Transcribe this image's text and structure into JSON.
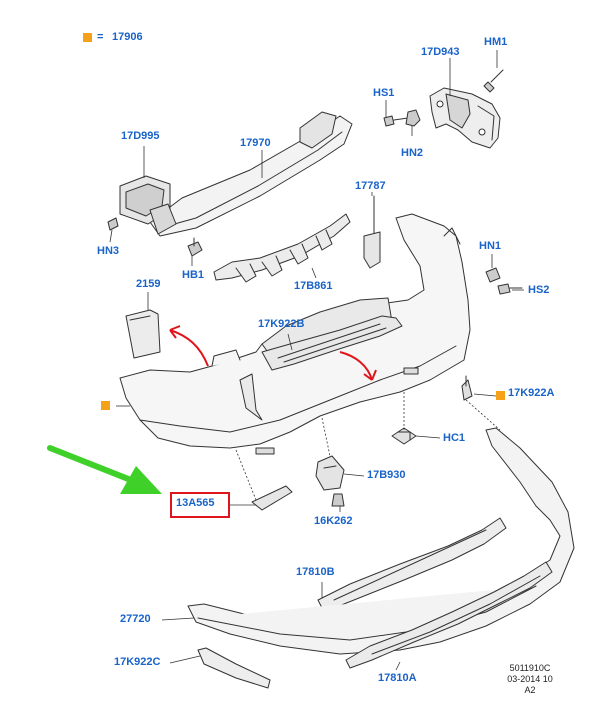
{
  "legend": {
    "marker_color": "#f5a21a",
    "equals": "=",
    "code": "17906"
  },
  "labels": {
    "l17d943": "17D943",
    "lhm1": "HM1",
    "lhs1": "HS1",
    "lhn2": "HN2",
    "l17d995": "17D995",
    "l17970": "17970",
    "l17787": "17787",
    "lhn3": "HN3",
    "lhb1": "HB1",
    "l17b861": "17B861",
    "lhn1": "HN1",
    "lhs2": "HS2",
    "l2159": "2159",
    "l17k922b": "17K922B",
    "l17k922a": "17K922A",
    "lhc1": "HC1",
    "l17b930": "17B930",
    "l13a565": "13A565",
    "l16k262": "16K262",
    "l17810b": "17810B",
    "l27720": "27720",
    "l17k922c": "17K922C",
    "l17810a": "17810A"
  },
  "highlighted_part": "13A565",
  "colors": {
    "label": "#1a63c9",
    "highlight_box": "#e0151b",
    "arrow_green": "#3fd12a",
    "arrow_red": "#e0151b",
    "legend_marker": "#f5a21a"
  },
  "reference": {
    "line1": "5011910C",
    "line2": "03-2014 10",
    "line3": "A2"
  }
}
